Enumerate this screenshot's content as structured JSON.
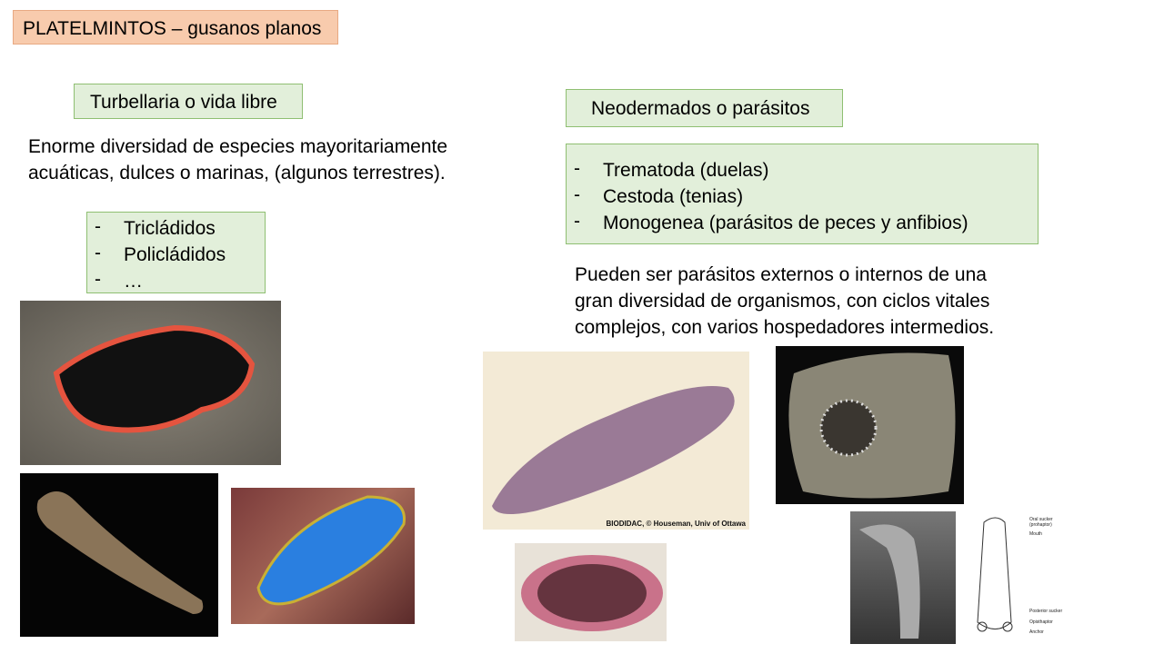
{
  "title": "PLATELMINTOS – gusanos planos",
  "left": {
    "heading": "Turbellaria o vida libre",
    "description": "Enorme diversidad de especies mayoritariamente acuáticas, dulces o marinas, (algunos terrestres).",
    "items": [
      "Tricládidos",
      "Policládidos",
      "…"
    ]
  },
  "right": {
    "heading": "Neodermados o parásitos",
    "items": [
      "Trematoda (duelas)",
      "Cestoda (tenias)",
      "Monogenea (parásitos de peces y anfibios)"
    ],
    "description": "Pueden ser parásitos externos o internos de una gran diversidad de organismos, con ciclos vitales complejos, con varios hospedadores intermedios."
  },
  "images": {
    "trematode_caption": "BIODIDAC, © Houseman, Univ of Ottawa",
    "monogenea_labels": [
      "Oral sucker (prohaptor)",
      "Mouth",
      "Posterior sucker",
      "Opisthaptor",
      "Anchor"
    ]
  },
  "colors": {
    "title_bg": "#f8cbad",
    "box_bg": "#e2efda",
    "box_border": "#8fbf72"
  }
}
